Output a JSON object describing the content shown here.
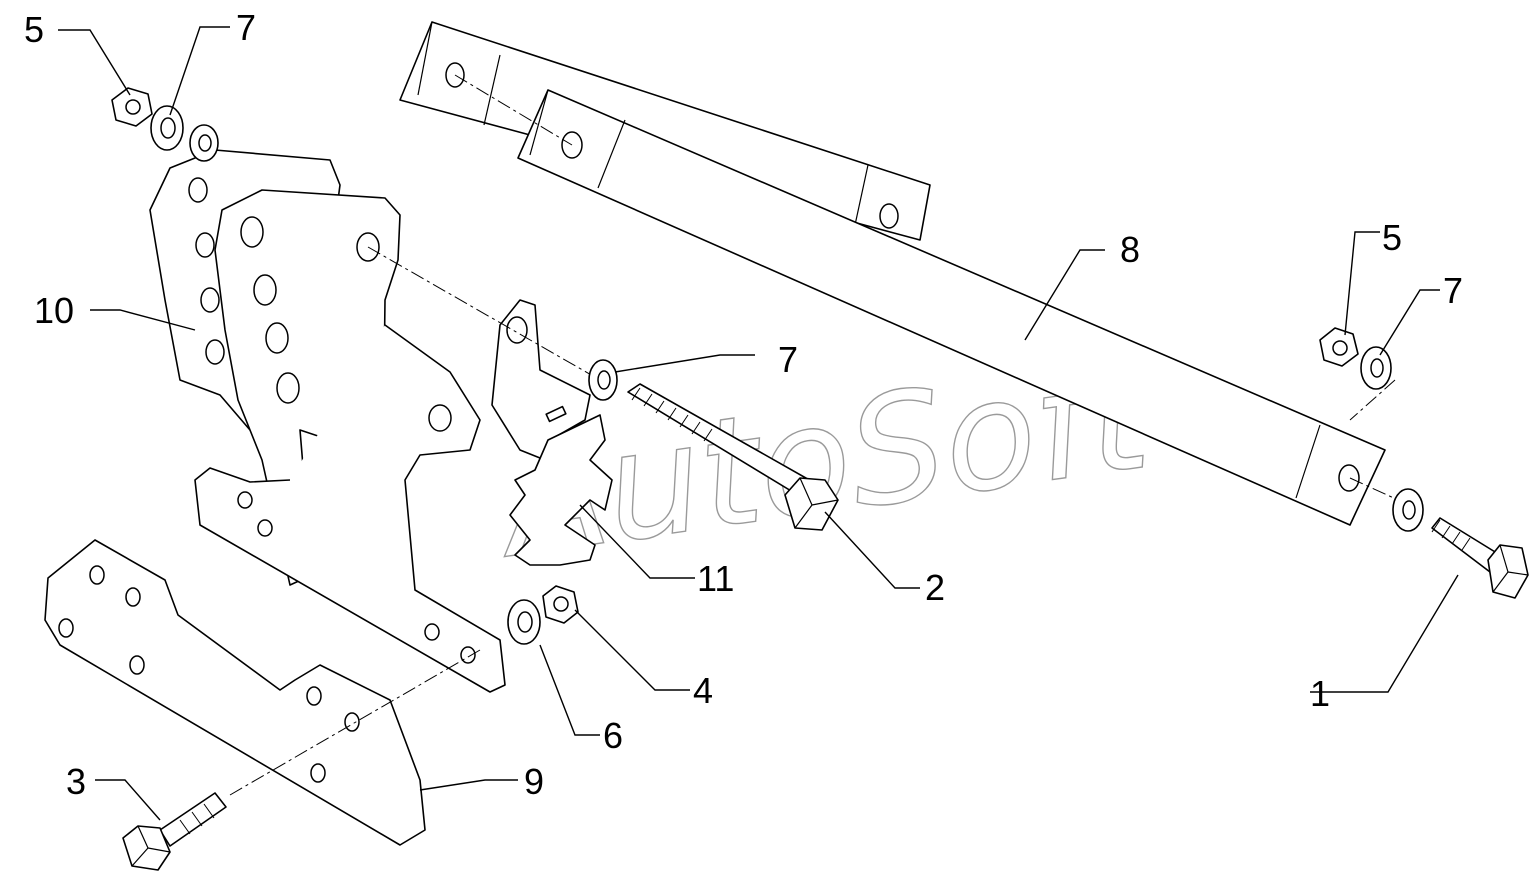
{
  "watermark": "AutoSoft",
  "callouts": {
    "c1": "1",
    "c2": "2",
    "c3": "3",
    "c4": "4",
    "c5a": "5",
    "c5b": "5",
    "c6": "6",
    "c7a": "7",
    "c7b": "7",
    "c7c": "7",
    "c8": "8",
    "c9": "9",
    "c10": "10",
    "c11": "11"
  },
  "parts": {
    "1": "bolt-long-right",
    "2": "bolt-center",
    "3": "bolt-lower-left",
    "4": "nut-lower",
    "5": "nut",
    "6": "washer-lower",
    "7": "washer",
    "8": "strap-bar",
    "9": "lower-link-plate",
    "10": "bracket-plates",
    "11": "spring-clip"
  }
}
